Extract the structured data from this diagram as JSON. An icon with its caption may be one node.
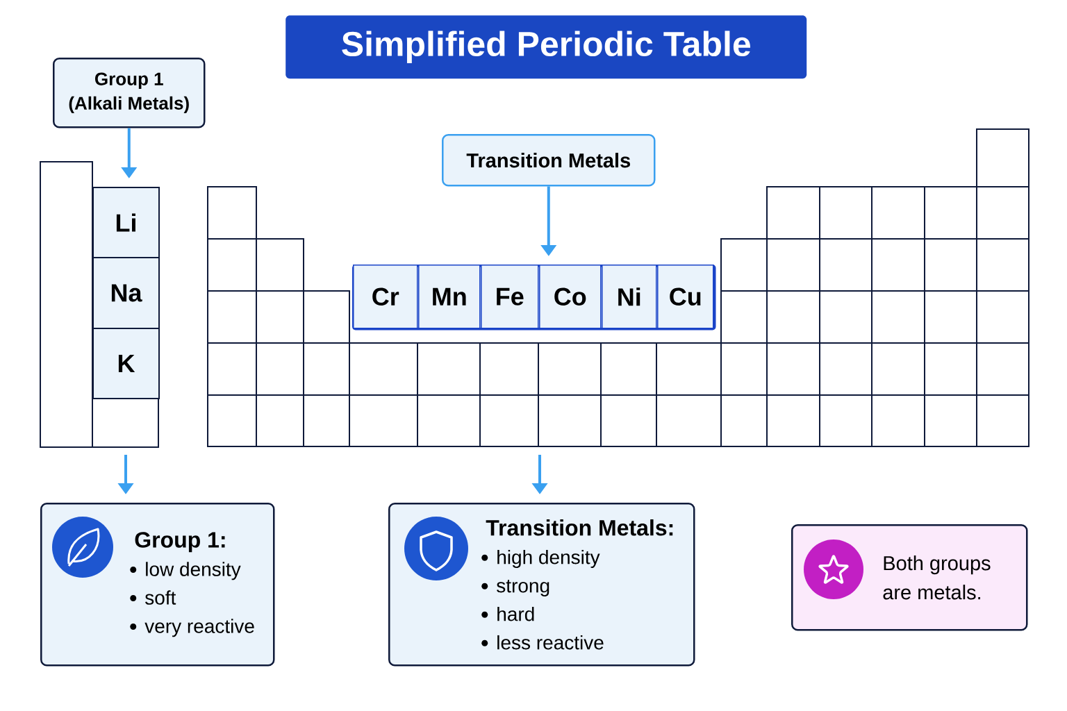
{
  "diagram": {
    "title": "Simplified Periodic Table",
    "nodes": [
      {
        "text": [
          "Group 1 (Alkali Metals)"
        ]
      },
      {
        "text": [
          "Li"
        ]
      },
      {
        "text": [
          "Na"
        ]
      },
      {
        "text": [
          "K"
        ]
      },
      {
        "text": [
          "Transition Metals"
        ]
      },
      {
        "text": [],
        "shape": "box"
      },
      {
        "text": [
          "Cr"
        ],
        "in": 5
      },
      {
        "text": [
          "Mn"
        ],
        "in": 5
      },
      {
        "text": [
          "Fe"
        ],
        "in": 5
      },
      {
        "text": [
          "Co"
        ],
        "in": 5
      },
      {
        "text": [
          "Ni"
        ],
        "in": 5
      },
      {
        "text": [
          "Cu"
        ],
        "in": 5
      },
      {
        "text": [
          "Group 1:",
          "low density",
          "soft",
          "very reactive"
        ]
      },
      {
        "text": [
          "Transition Metals:",
          "high density",
          "strong",
          "hard",
          "less reactive"
        ]
      },
      {
        "text": [
          "Both groups are metals."
        ]
      }
    ],
    "edges": [
      {
        "from": 0,
        "to": 1,
        "arrow": "to"
      },
      {
        "from": 4,
        "to": 5,
        "arrow": "to"
      },
      {
        "from": null,
        "to": 12,
        "arrow": "to"
      },
      {
        "from": null,
        "to": 13,
        "arrow": "to"
      }
    ]
  }
}
